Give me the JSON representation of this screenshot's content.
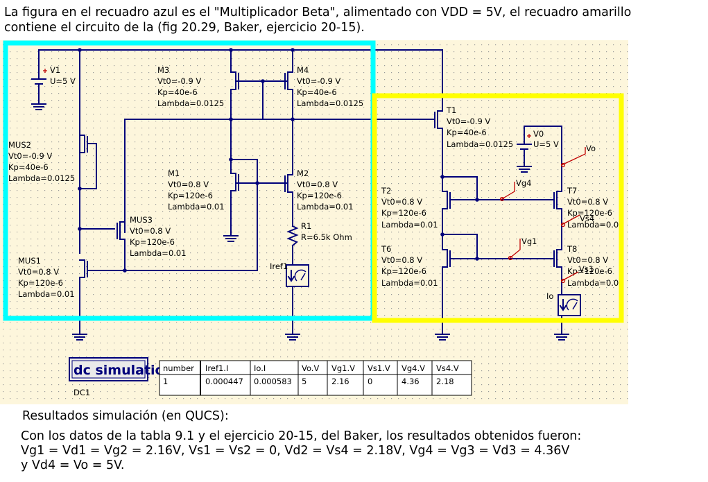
{
  "intro_text": "La figura en el recuadro azul es el \"Multiplicador Beta\", alimentado con VDD = 5V, el recuadro amarillo\ncontiene el circuito de la (fig 20.29, Baker, ejercicio 20-15).",
  "colors": {
    "blue_box": "#00ffff",
    "yellow_box": "#ffff00",
    "wire": "#00007a",
    "canvas_bg": "#fdf6dc",
    "pin": "#c00000"
  },
  "sources": {
    "V1": {
      "name": "V1",
      "value": "U=5 V"
    },
    "V0": {
      "name": "V0",
      "value": "U=5 V"
    }
  },
  "transistors": {
    "M3": {
      "name": "M3",
      "vt0": "Vt0=-0.9 V",
      "kp": "Kp=40e-6",
      "lambda": "Lambda=0.0125"
    },
    "M4": {
      "name": "M4",
      "vt0": "Vt0=-0.9 V",
      "kp": "Kp=40e-6",
      "lambda": "Lambda=0.0125"
    },
    "MUS2": {
      "name": "MUS2",
      "vt0": "Vt0=-0.9 V",
      "kp": "Kp=40e-6",
      "lambda": "Lambda=0.0125"
    },
    "M1": {
      "name": "M1",
      "vt0": "Vt0=0.8 V",
      "kp": "Kp=120e-6",
      "lambda": "Lambda=0.01"
    },
    "M2": {
      "name": "M2",
      "vt0": "Vt0=0.8 V",
      "kp": "Kp=120e-6",
      "lambda": "Lambda=0.01"
    },
    "MUS3": {
      "name": "MUS3",
      "vt0": "Vt0=0.8 V",
      "kp": "Kp=120e-6",
      "lambda": "Lambda=0.01"
    },
    "MUS1": {
      "name": "MUS1",
      "vt0": "Vt0=0.8 V",
      "kp": "Kp=120e-6",
      "lambda": "Lambda=0.01"
    },
    "T1": {
      "name": "T1",
      "vt0": "Vt0=-0.9 V",
      "kp": "Kp=40e-6",
      "lambda": "Lambda=0.0125"
    },
    "T2": {
      "name": "T2",
      "vt0": "Vt0=0.8 V",
      "kp": "Kp=120e-6",
      "lambda": "Lambda=0.01"
    },
    "T6": {
      "name": "T6",
      "vt0": "Vt0=0.8 V",
      "kp": "Kp=120e-6",
      "lambda": "Lambda=0.01"
    },
    "T7": {
      "name": "T7",
      "vt0": "Vt0=0.8 V",
      "kp": "Kp=120e-6",
      "lambda": "Lambda=0.0"
    },
    "T8": {
      "name": "T8",
      "vt0": "Vt0=0.8 V",
      "kp": "Kp=120e-6",
      "lambda": "Lambda=0.0"
    }
  },
  "resistor": {
    "name": "R1",
    "value": "R=6.5k Ohm"
  },
  "probes": {
    "iref": "Iref1",
    "io": "Io"
  },
  "node_labels": {
    "vo": "Vo",
    "vg4": "Vg4",
    "vs4": "Vs4",
    "vg1": "Vg1",
    "vs1": "Vs1"
  },
  "simulation": {
    "title": "dc simulation",
    "name": "DC1"
  },
  "results_table": {
    "headers": [
      "number",
      "Iref1.I",
      "Io.I",
      "Vo.V",
      "Vg1.V",
      "Vs1.V",
      "Vg4.V",
      "Vs4.V"
    ],
    "rows": [
      [
        "1",
        "0.000447",
        "0.000583",
        "5",
        "2.16",
        "0",
        "4.36",
        "2.18"
      ]
    ]
  },
  "results_heading": "Resultados simulación (en QUCS):",
  "results_text": "Con los datos de la tabla 9.1 y el ejercicio 20-15, del Baker, los  resultados   obtenidos fueron:\nVg1 = Vd1 = Vg2 = 2.16V, Vs1 = Vs2 = 0, Vd2 = Vs4 = 2.18V, Vg4 = Vg3 = Vd3 = 4.36V\ny Vd4 = Vo = 5V."
}
